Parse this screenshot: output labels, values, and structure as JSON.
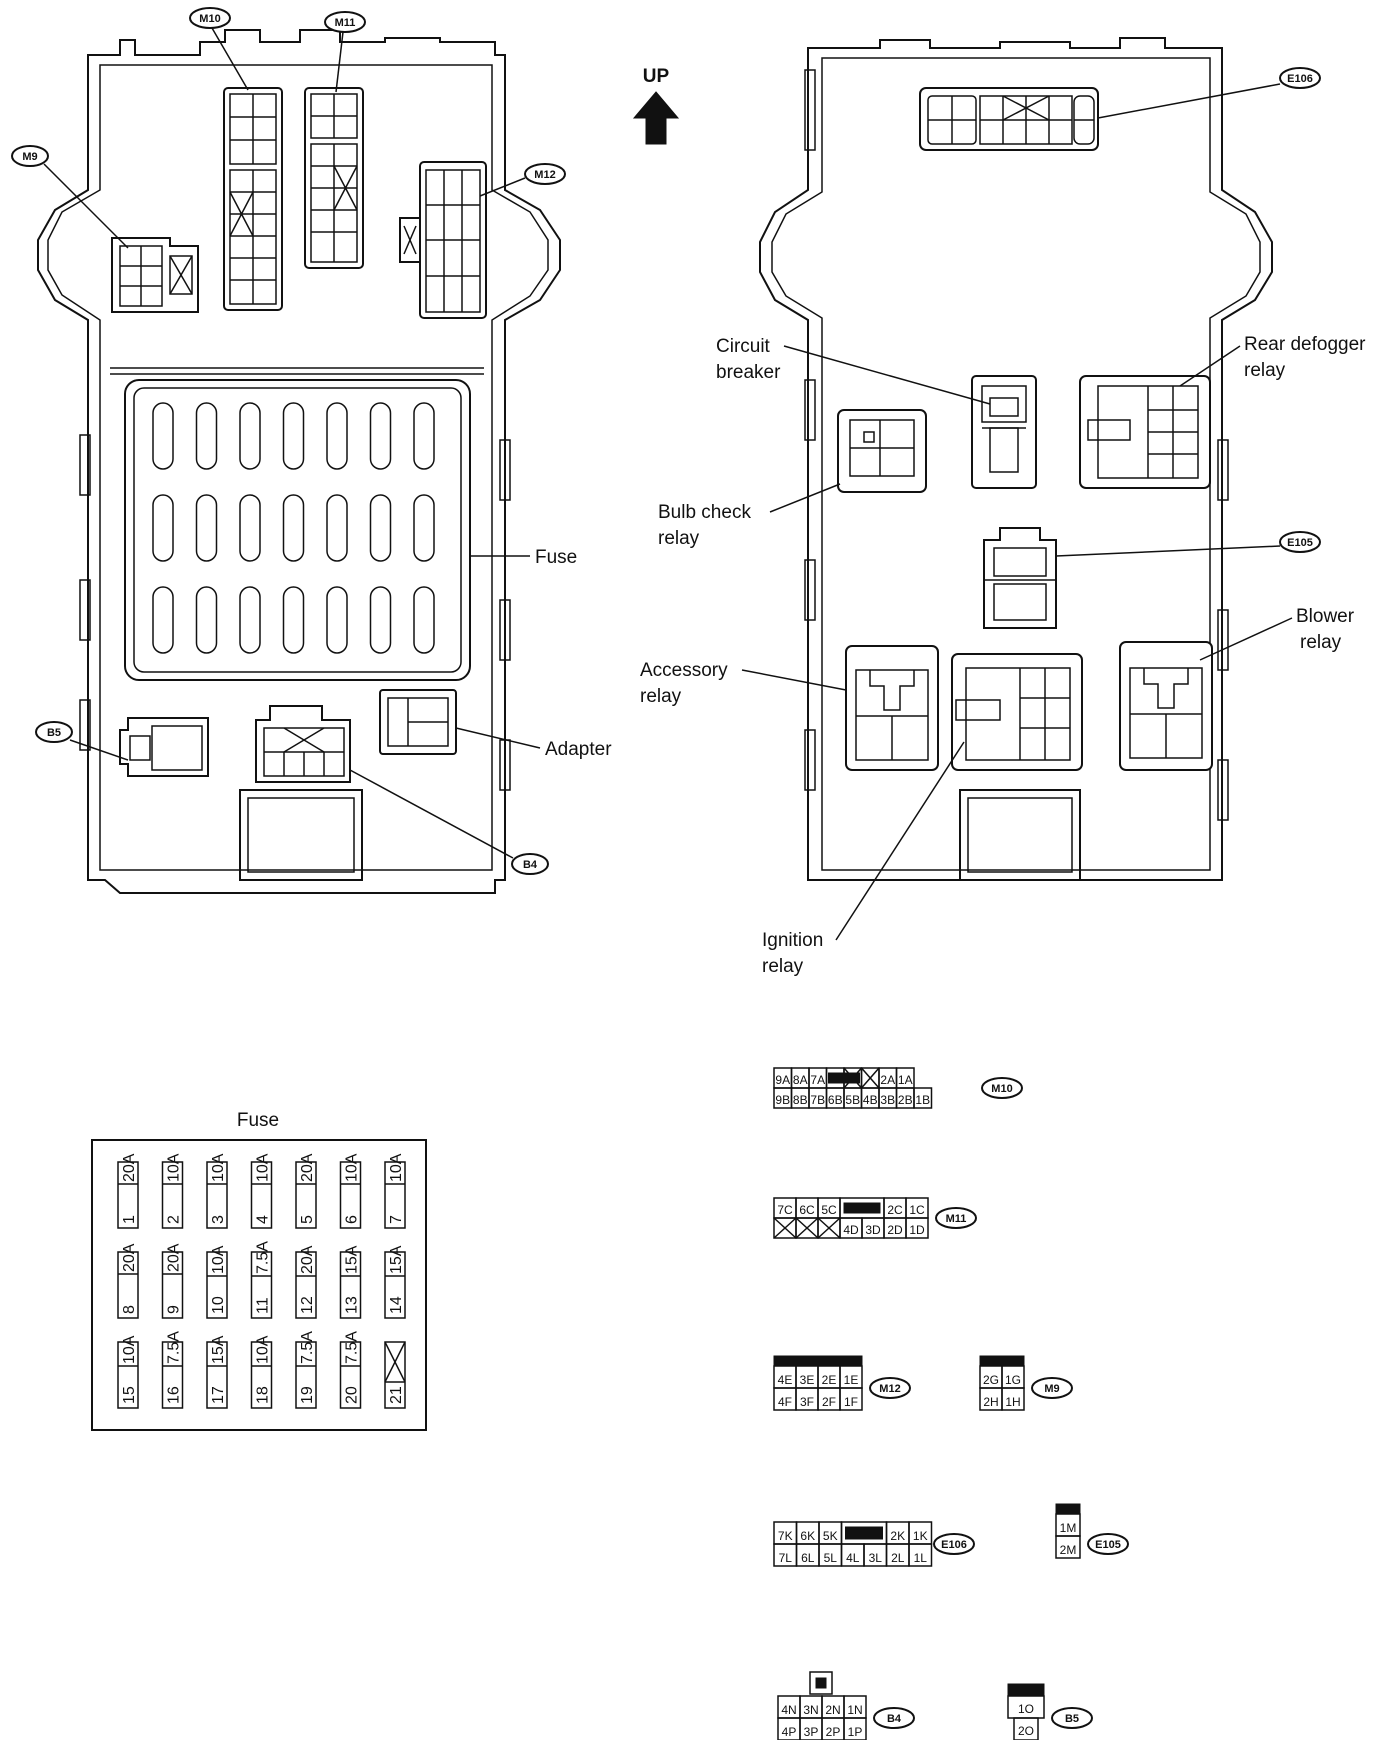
{
  "callouts": {
    "m9": "M9",
    "m10": "M10",
    "m11": "M11",
    "m12": "M12",
    "b4": "B4",
    "b5": "B5",
    "e105": "E105",
    "e106": "E106"
  },
  "labels": {
    "fuse": "Fuse",
    "adapter": "Adapter",
    "up": "UP",
    "circuit_breaker": [
      "Circuit",
      "breaker"
    ],
    "rear_defogger_relay": [
      "Rear defogger",
      "relay"
    ],
    "bulb_check_relay": [
      "Bulb check",
      "relay"
    ],
    "blower_relay": [
      "Blower",
      "relay"
    ],
    "accessory_relay": [
      "Accessory",
      "relay"
    ],
    "ignition_relay": [
      "Ignition",
      "relay"
    ],
    "fuse_table_title": "Fuse"
  },
  "fuse_table": [
    [
      {
        "no": "1",
        "amp": "20A"
      },
      {
        "no": "2",
        "amp": "10A"
      },
      {
        "no": "3",
        "amp": "10A"
      },
      {
        "no": "4",
        "amp": "10A"
      },
      {
        "no": "5",
        "amp": "20A"
      },
      {
        "no": "6",
        "amp": "10A"
      },
      {
        "no": "7",
        "amp": "10A"
      }
    ],
    [
      {
        "no": "8",
        "amp": "20A"
      },
      {
        "no": "9",
        "amp": "20A"
      },
      {
        "no": "10",
        "amp": "10A"
      },
      {
        "no": "11",
        "amp": "7.5A"
      },
      {
        "no": "12",
        "amp": "20A"
      },
      {
        "no": "13",
        "amp": "15A"
      },
      {
        "no": "14",
        "amp": "15A"
      }
    ],
    [
      {
        "no": "15",
        "amp": "10A"
      },
      {
        "no": "16",
        "amp": "7.5A"
      },
      {
        "no": "17",
        "amp": "15A"
      },
      {
        "no": "18",
        "amp": "10A"
      },
      {
        "no": "19",
        "amp": "7.5A"
      },
      {
        "no": "20",
        "amp": "7.5A"
      },
      {
        "no": "21",
        "amp": ""
      }
    ]
  ],
  "connectors": {
    "m10": {
      "tag": "M10",
      "top": [
        "9A",
        "8A",
        "7A",
        "",
        "",
        "",
        "2A",
        "1A"
      ],
      "bottom": [
        "9B",
        "8B",
        "7B",
        "6B",
        "5B",
        "4B",
        "3B",
        "2B",
        "1B"
      ]
    },
    "m11": {
      "tag": "M11",
      "top": [
        "7C",
        "6C",
        "5C",
        "",
        "2C",
        "1C"
      ],
      "bottom": [
        "",
        "",
        "",
        "4D",
        "3D",
        "2D",
        "1D"
      ]
    },
    "m12": {
      "tag": "M12",
      "top": [
        "4E",
        "3E",
        "2E",
        "1E"
      ],
      "bottom": [
        "4F",
        "3F",
        "2F",
        "1F"
      ]
    },
    "m9": {
      "tag": "M9",
      "top": [
        "2G",
        "1G"
      ],
      "bottom": [
        "2H",
        "1H"
      ]
    },
    "e106": {
      "tag": "E106",
      "top": [
        "7K",
        "6K",
        "5K",
        "",
        "2K",
        "1K"
      ],
      "bottom": [
        "7L",
        "6L",
        "5L",
        "4L",
        "3L",
        "2L",
        "1L"
      ]
    },
    "e105": {
      "tag": "E105",
      "pins": [
        "1M",
        "2M"
      ]
    },
    "b4": {
      "tag": "B4",
      "top": [
        "4N",
        "3N",
        "2N",
        "1N"
      ],
      "bottom": [
        "4P",
        "3P",
        "2P",
        "1P"
      ]
    },
    "b5": {
      "tag": "B5",
      "pins": [
        "1O",
        "2O"
      ]
    }
  }
}
